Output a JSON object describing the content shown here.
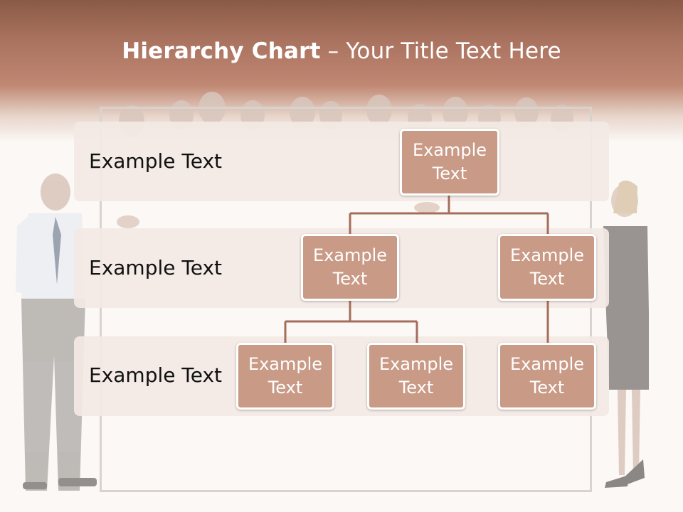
{
  "slide": {
    "title_bold": "Hierarchy Chart",
    "title_rest": " – Your Title Text Here"
  },
  "levels": [
    {
      "label": "Example Text"
    },
    {
      "label": "Example Text"
    },
    {
      "label": "Example Text"
    }
  ],
  "nodes": {
    "root": "Example Text",
    "level2_left": "Example Text",
    "level2_right": "Example Text",
    "level3_a": "Example Text",
    "level3_b": "Example Text",
    "level3_c": "Example Text"
  },
  "colors": {
    "header": "#ab7460",
    "node_fill": "#c99a86",
    "connector": "#a56e5b",
    "band": "#f3e9e4"
  }
}
